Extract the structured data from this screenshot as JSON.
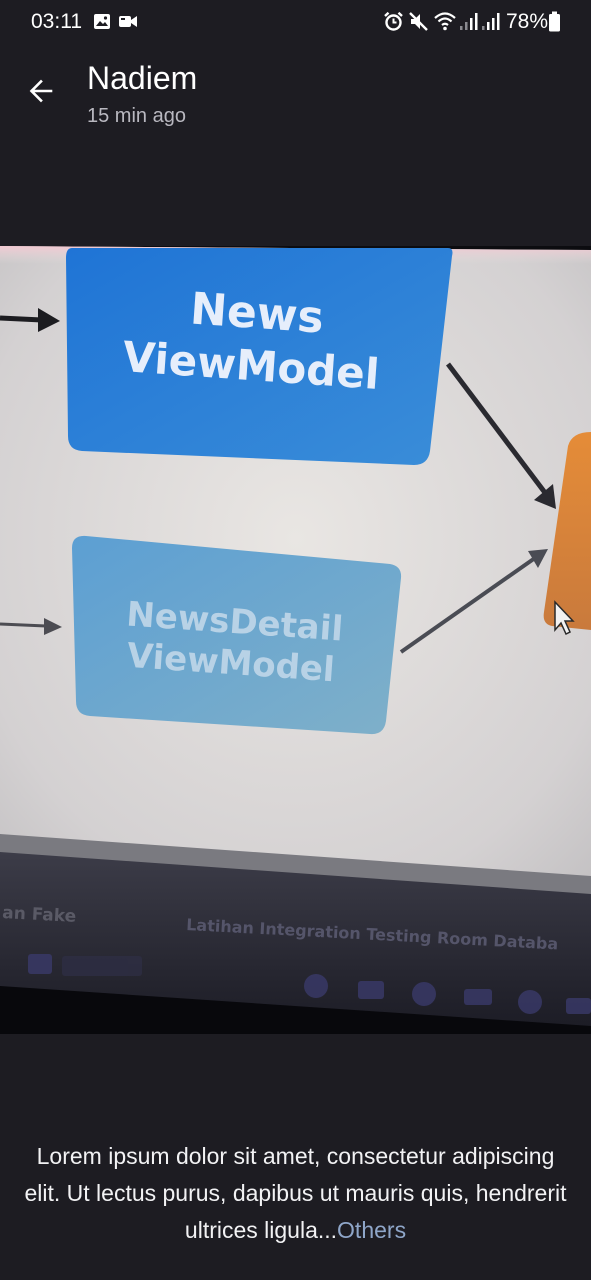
{
  "status_bar": {
    "time": "03:11",
    "battery": "78%",
    "icons": [
      "image-icon",
      "video-camera-icon",
      "alarm-icon",
      "mute-icon",
      "wifi-icon",
      "signal-icon",
      "signal-icon",
      "battery-icon"
    ]
  },
  "header": {
    "back_icon": "arrow-left-icon",
    "sender_name": "Nadiem",
    "time_ago": "15 min ago"
  },
  "photo": {
    "box_top_line1": "News",
    "box_top_line2": "ViewModel",
    "box_bottom_line1": "NewsDetail",
    "box_bottom_line2": "ViewModel",
    "taskbar_left_text": "an Fake",
    "taskbar_title_text": "Latihan Integration Testing Room Databa"
  },
  "caption": {
    "text": "Lorem ipsum dolor sit amet, consectetur adipiscing elit. Ut lectus purus, dapibus ut mauris quis, hendrerit ultrices ligula...",
    "more_label": "Others"
  },
  "colors": {
    "background": "#1d1c22",
    "link": "#8fa6c9",
    "box_top": "#2f7fd3",
    "box_bottom": "#67a4cf",
    "side_box": "#d8873e"
  }
}
